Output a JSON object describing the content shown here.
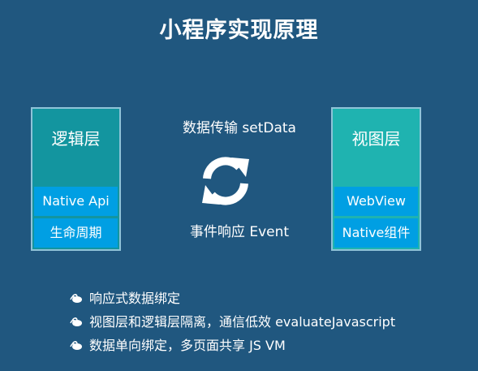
{
  "title": "小程序实现原理",
  "logic_layer": {
    "title": "逻辑层",
    "items": [
      "Native Api",
      "生命周期"
    ]
  },
  "view_layer": {
    "title": "视图层",
    "items": [
      "WebView",
      "Native组件"
    ]
  },
  "flow": {
    "top_label": "数据传输 setData",
    "bottom_label": "事件响应 Event",
    "icon": "sync-arrows-icon"
  },
  "bullets": [
    "响应式数据绑定",
    "视图层和逻辑层隔离，通信低效 evaluateJavascript",
    "数据单向绑定，多页面共享 JS VM"
  ],
  "colors": {
    "background": "#20577f",
    "logic_panel": "#13959f",
    "view_panel": "#1fb3b0",
    "sub_box": "#009fe3",
    "panel_border": "#8fc3d8",
    "text": "#ffffff"
  }
}
